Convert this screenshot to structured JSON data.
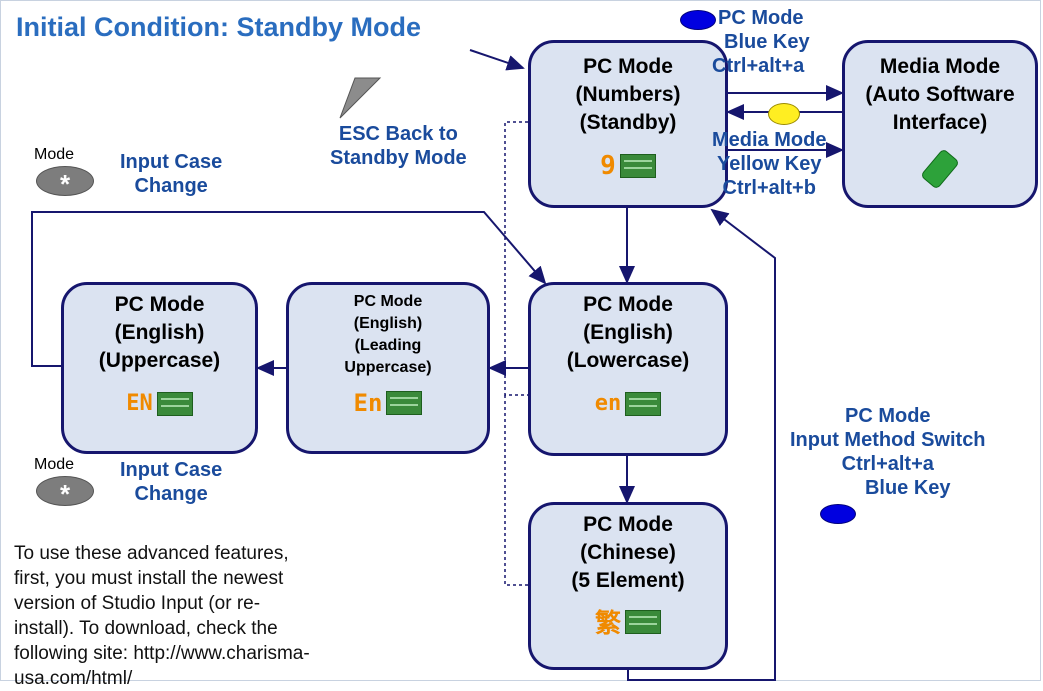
{
  "title": "Initial Condition: Standby Mode",
  "boxes": {
    "pc_numbers": [
      "PC Mode",
      "(Numbers)",
      "(Standby)"
    ],
    "media": [
      "Media Mode",
      "(Auto Software",
      "Interface)"
    ],
    "pc_lowercase": [
      "PC Mode",
      "(English)",
      "(Lowercase)"
    ],
    "pc_leading": [
      "PC Mode",
      "(English)",
      "(Leading",
      "Uppercase)"
    ],
    "pc_uppercase": [
      "PC Mode",
      "(English)",
      "(Uppercase)"
    ],
    "pc_chinese": [
      "PC Mode",
      "(Chinese)",
      "(5 Element)"
    ]
  },
  "icons": {
    "numbers_glyph": "9",
    "lower_glyph": "en",
    "leading_glyph": "En",
    "upper_glyph": "EN",
    "chinese_glyph": "繁",
    "keyboard_icon": "keyboard-icon",
    "pen_icon": "pen-icon",
    "esc_triangle": "triangle-icon"
  },
  "labels": {
    "pc_mode_blue": [
      "PC Mode",
      "Blue Key",
      "Ctrl+alt+a"
    ],
    "media_yellow": [
      "Media Mode",
      "Yellow Key",
      "Ctrl+alt+b"
    ],
    "esc_back": [
      "ESC Back to",
      "Standby Mode"
    ],
    "input_case_top": [
      "Input Case",
      "Change"
    ],
    "input_case_bottom": [
      "Input Case",
      "Change"
    ],
    "input_method": [
      "PC Mode",
      "Input Method Switch",
      "Ctrl+alt+a",
      "Blue Key"
    ],
    "mode_top": "Mode",
    "mode_bottom": "Mode",
    "star": "*"
  },
  "note": "To use these advanced features, first, you must install the newest version of Studio Input (or re-install).  To download, check the following site: http://www.charisma-usa.com/html/",
  "colors": {
    "box_fill": "#dbe3f1",
    "box_border": "#16166e",
    "label": "#1a4b9c",
    "title": "#2a6dbf",
    "blue_key": "#0000e0",
    "yellow_key": "#ffee22"
  }
}
